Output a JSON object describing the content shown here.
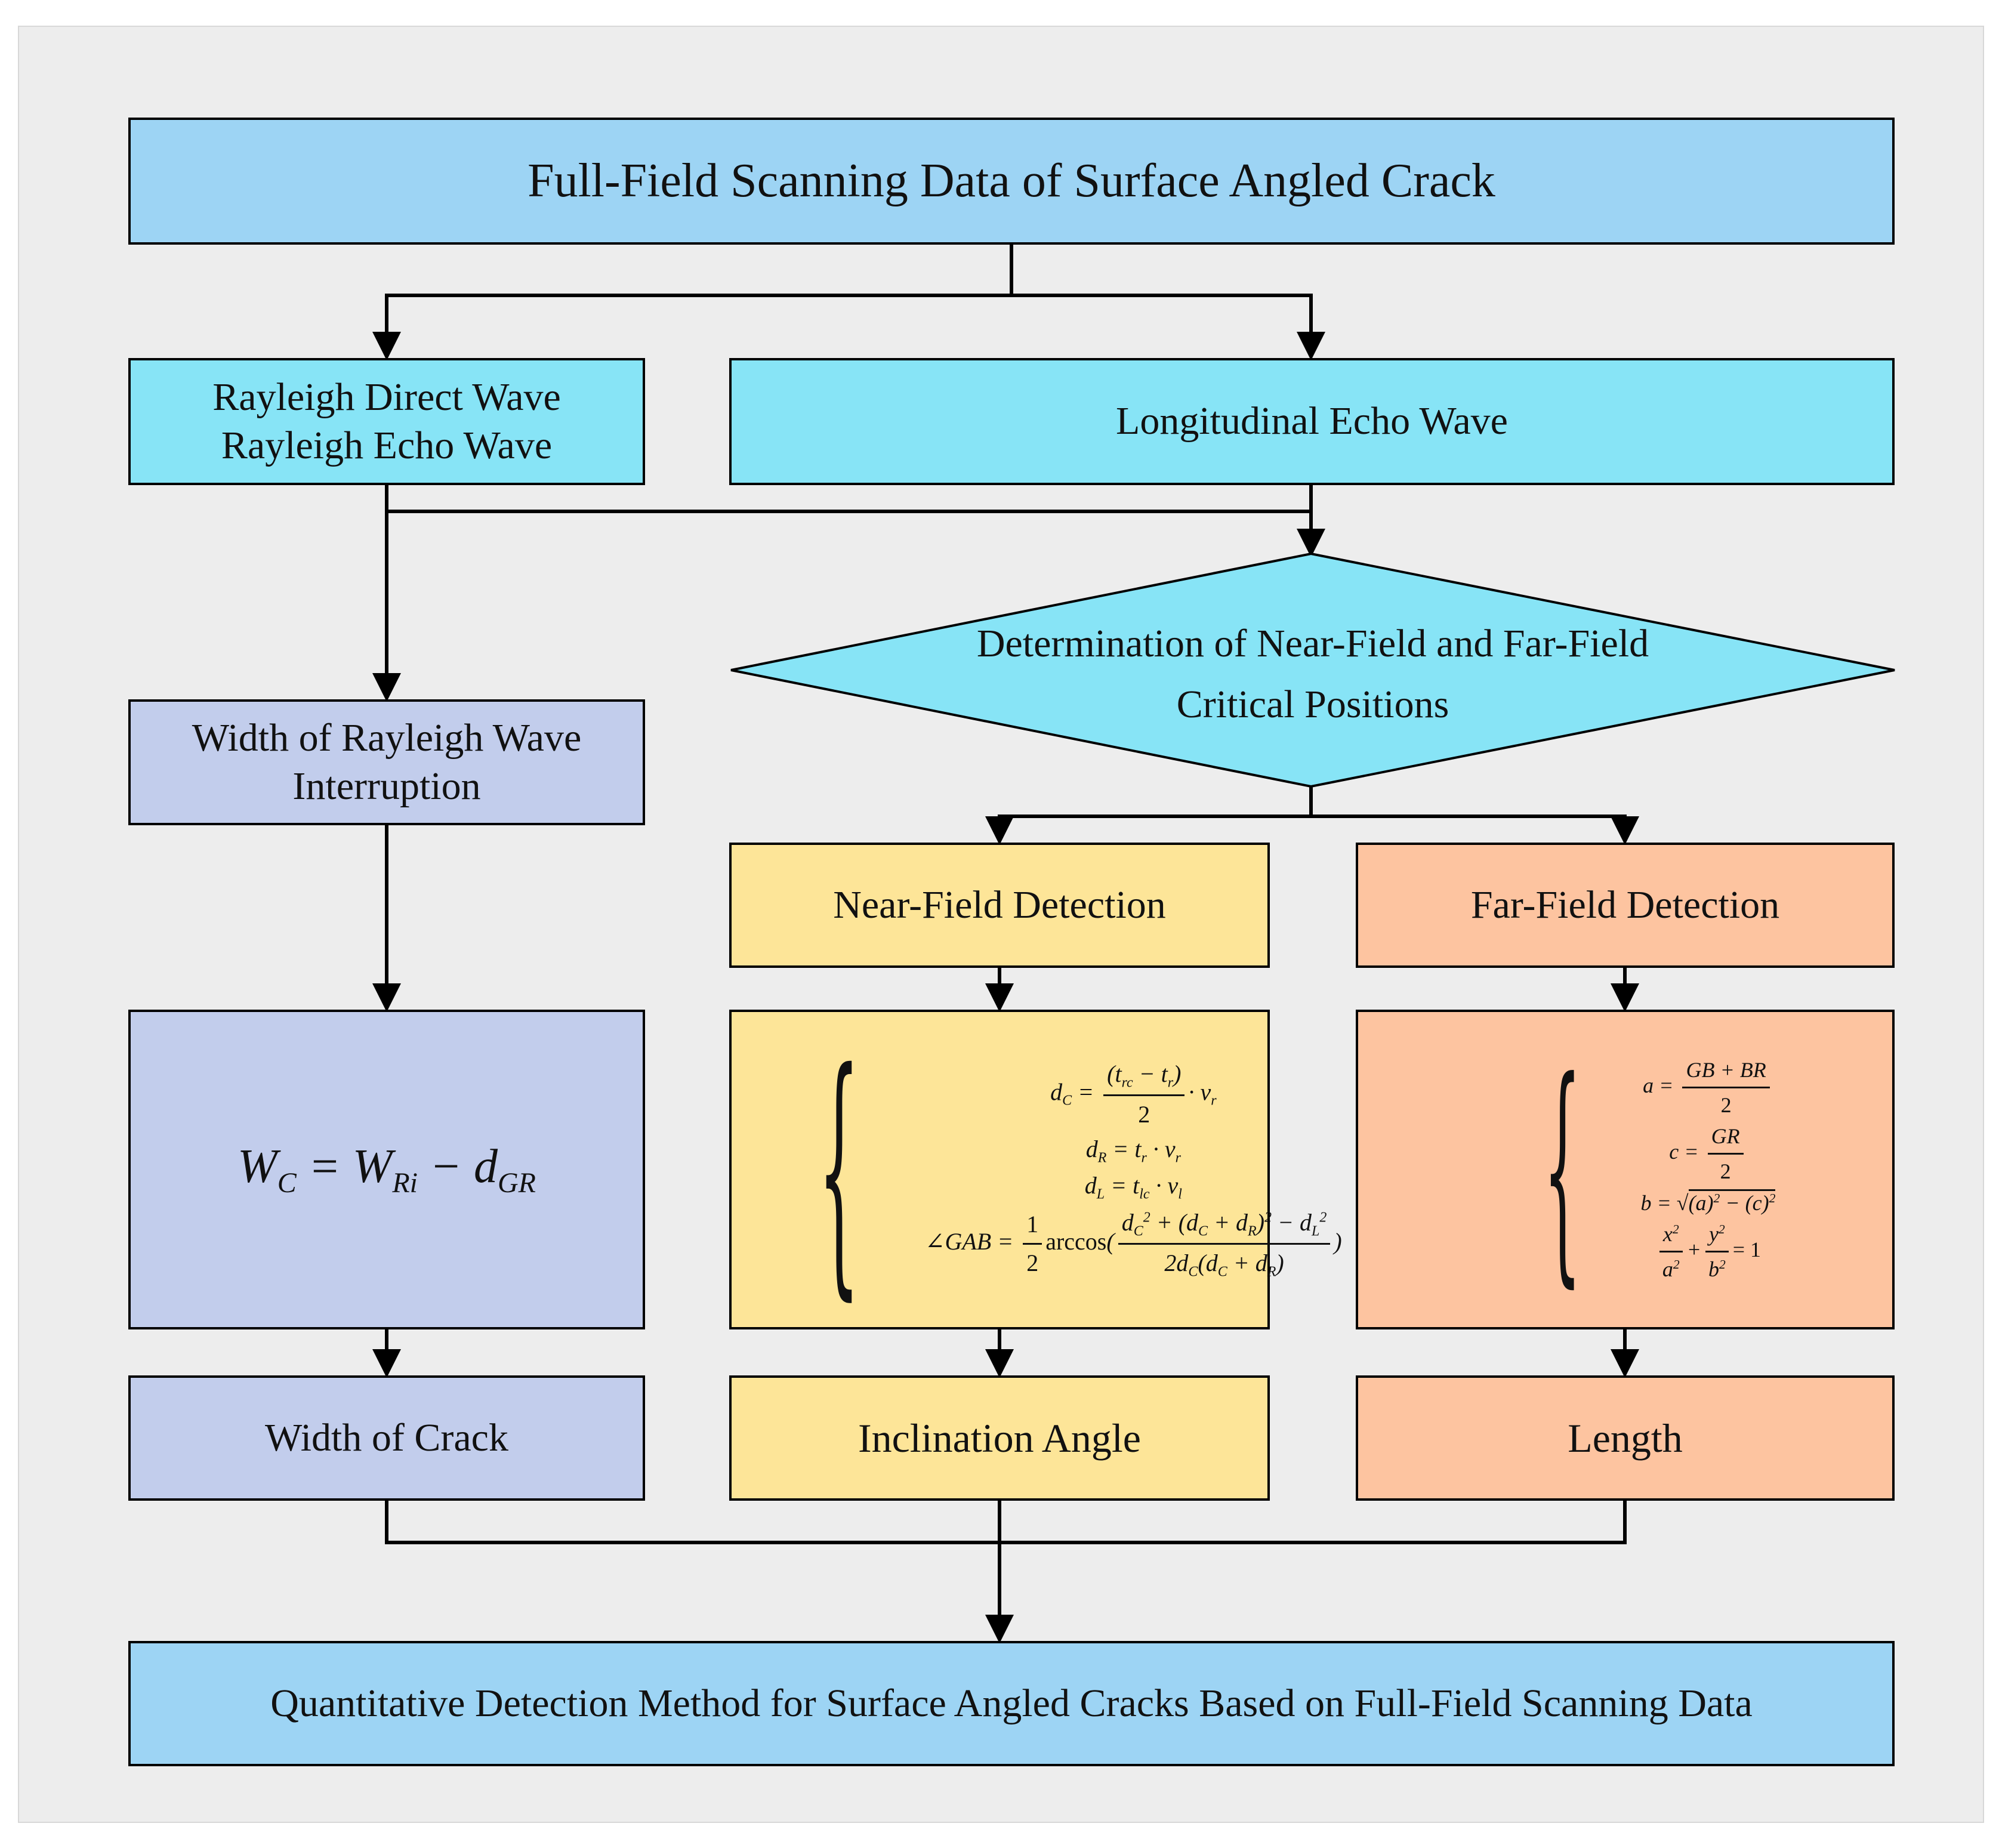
{
  "colors": {
    "panel": "#ededed",
    "blue": "#9dd4f4",
    "cyan": "#87e4f6",
    "lavender": "#c2cdec",
    "yellow": "#fde598",
    "salmon": "#fdc4a0",
    "line": "#000000"
  },
  "nodes": {
    "top": "Full-Field Scanning Data of Surface Angled Crack",
    "rayleigh_line1": "Rayleigh Direct Wave",
    "rayleigh_line2": "Rayleigh Echo Wave",
    "longitudinal": "Longitudinal Echo Wave",
    "decision_line1": "Determination of Near-Field and Far-Field",
    "decision_line2": "Critical Positions",
    "interruption_line1": "Width of Rayleigh Wave",
    "interruption_line2": "Interruption",
    "near_field": "Near-Field Detection",
    "far_field": "Far-Field Detection",
    "width_crack": "Width of Crack",
    "inclination": "Inclination Angle",
    "length": "Length",
    "bottom": "Quantitative Detection Method for Surface Angled Cracks Based on Full-Field Scanning Data"
  },
  "formulas": {
    "width": "W_C = W_Ri − d_GR",
    "near_field": [
      "d_C = ((t_rc − t_r)/2)·v_r",
      "d_R = t_r·v_r",
      "d_L = t_lc·v_l",
      "∠GAB = (1/2) arccos((d_C² + (d_C + d_R)² − d_L²) / (2d_C(d_C + d_R)))"
    ],
    "far_field": [
      "a = (GB + BR)/2",
      "c = GR/2",
      "b = √((a)² − (c)²)",
      "x²/a² + y²/b² = 1"
    ]
  }
}
